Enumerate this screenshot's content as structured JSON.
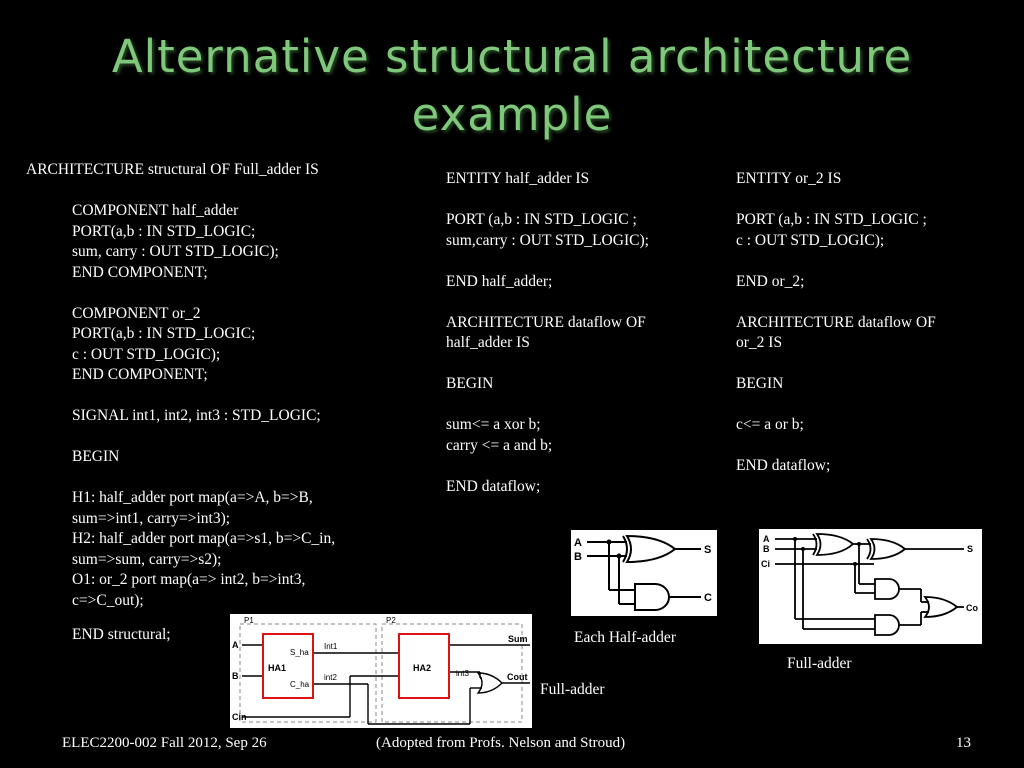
{
  "slide": {
    "title_line1": "Alternative structural architecture",
    "title_line2": "example",
    "left_code": {
      "l1": "ARCHITECTURE structural OF Full_adder IS",
      "l2": "COMPONENT half_adder",
      "l3": "PORT(a,b : IN STD_LOGIC;",
      "l4": "sum, carry : OUT STD_LOGIC);",
      "l5": "END COMPONENT;",
      "l6": "COMPONENT or_2",
      "l7": "PORT(a,b : IN STD_LOGIC;",
      "l8": "c : OUT STD_LOGIC);",
      "l9": "END COMPONENT;",
      "l10": "SIGNAL int1, int2, int3 : STD_LOGIC;",
      "l11": "BEGIN",
      "l12": "H1: half_adder port map(a=>A, b=>B,",
      "l13": "sum=>int1, carry=>int3);",
      "l14": "H2: half_adder port map(a=>s1, b=>C_in,",
      "l15": "sum=>sum, carry=>s2);",
      "l16": "O1: or_2 port map(a=> int2, b=>int3,",
      "l17": "c=>C_out);",
      "l18": "END structural;"
    },
    "mid_code": {
      "l1": "ENTITY half_adder IS",
      "l2": "PORT (a,b : IN STD_LOGIC ;",
      "l3": "sum,carry : OUT STD_LOGIC);",
      "l4": "END half_adder;",
      "l5": "ARCHITECTURE dataflow OF",
      "l6": "half_adder IS",
      "l7": "BEGIN",
      "l8": "sum<= a xor b;",
      "l9": "carry <= a and b;",
      "l10": "END dataflow;"
    },
    "right_code": {
      "l1": "ENTITY or_2 IS",
      "l2": "PORT (a,b : IN STD_LOGIC ;",
      "l3": "c : OUT STD_LOGIC);",
      "l4": "END or_2;",
      "l5": "ARCHITECTURE dataflow OF",
      "l6": "or_2 IS",
      "l7": "BEGIN",
      "l8": "c<= a or b;",
      "l9": "END dataflow;"
    },
    "half_adder_fig": {
      "a": "A",
      "b": "B",
      "s": "S",
      "c": "C",
      "caption": "Each Half-adder"
    },
    "full_adder_fig": {
      "a": "A",
      "b": "B",
      "ci": "Ci",
      "s": "S",
      "co": "Co",
      "caption": "Full-adder"
    },
    "block_fig": {
      "p1": "P1",
      "p2": "P2",
      "a": "A",
      "b": "B",
      "cin": "Cin",
      "sha": "S_ha",
      "cha": "C_ha",
      "ha1": "HA1",
      "ha2": "HA2",
      "int1": "Int1",
      "int2": "int2",
      "int3": "int3",
      "sum": "Sum",
      "cout": "Cout",
      "caption": "Full-adder"
    },
    "footer": {
      "left": "ELEC2200-002 Fall 2012, Sep 26",
      "center": "(Adopted from Profs. Nelson and Stroud)",
      "page": "13"
    }
  }
}
